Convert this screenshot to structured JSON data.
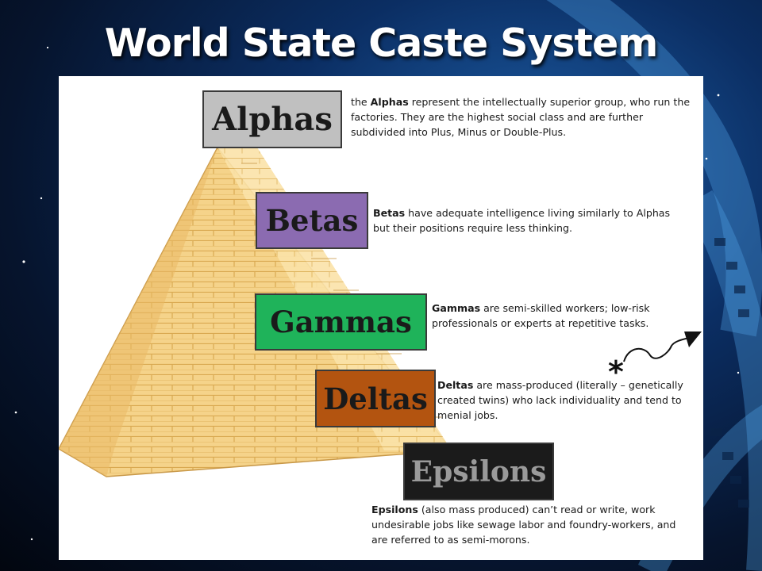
{
  "title": "World State Caste System",
  "colors": {
    "alphas": "#c0c0c0",
    "betas": "#8b6bb1",
    "gammas": "#1fb35a",
    "deltas": "#b35410",
    "epsilons": "#1b1b1b",
    "pyramid": "#f5d38a"
  },
  "castes": [
    {
      "label": "Alphas",
      "name": "Alphas",
      "description_prefix": "the ",
      "description_suffix": " represent the intellectually superior group, who run the factories. They are the highest social class and are further subdivided into Plus, Minus or Double-Plus."
    },
    {
      "label": "Betas",
      "name": "Betas",
      "description_prefix": "",
      "description_suffix": " have adequate intelligence living similarly to Alphas but their positions require less thinking."
    },
    {
      "label": "Gammas",
      "name": "Gammas",
      "description_prefix": "",
      "description_suffix": " are semi-skilled workers; low-risk professionals or experts at repetitive tasks."
    },
    {
      "label": "Deltas",
      "name": "Deltas",
      "description_prefix": "",
      "description_suffix": " are mass-produced (literally – genetically created twins) who lack individuality and tend to menial jobs."
    },
    {
      "label": "Epsilons",
      "name": "Epsilons",
      "description_prefix": "",
      "description_suffix": " (also mass produced) can’t read or write, work undesirable jobs like sewage labor and foundry-workers, and are referred to as semi-morons."
    }
  ],
  "annotation": {
    "asterisk": "*"
  }
}
